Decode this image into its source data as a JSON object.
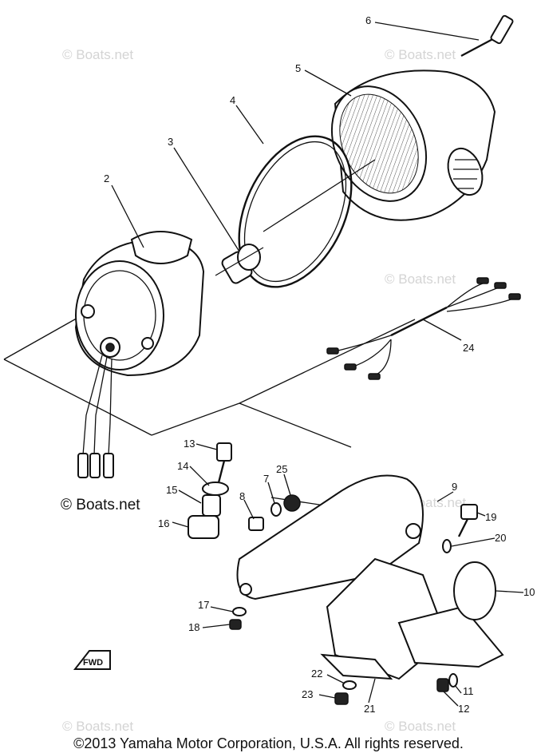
{
  "watermarks": {
    "top_left": "© Boats.net",
    "top_right": "© Boats.net",
    "mid_right": "© Boats.net",
    "mid_left_strong": "© Boats.net",
    "bracket_right": "© Boats.net",
    "bottom_left": "© Boats.net",
    "bottom_right": "© Boats.net"
  },
  "callouts": {
    "c1": "2",
    "c2": "3",
    "c3": "4",
    "c4": "5",
    "c5": "6",
    "c6": "24",
    "c7": "13",
    "c8": "14",
    "c9": "15",
    "c10": "16",
    "c11": "8",
    "c12": "7",
    "c13": "25",
    "c14": "9",
    "c15": "19",
    "c16": "20",
    "c17": "10",
    "c18": "17",
    "c19": "18",
    "c20": "22",
    "c21": "23",
    "c22": "21",
    "c23": "11",
    "c24": "12"
  },
  "fwd_marker": "FWD",
  "copyright": "©2013 Yamaha Motor Corporation, U.S.A. All rights reserved."
}
